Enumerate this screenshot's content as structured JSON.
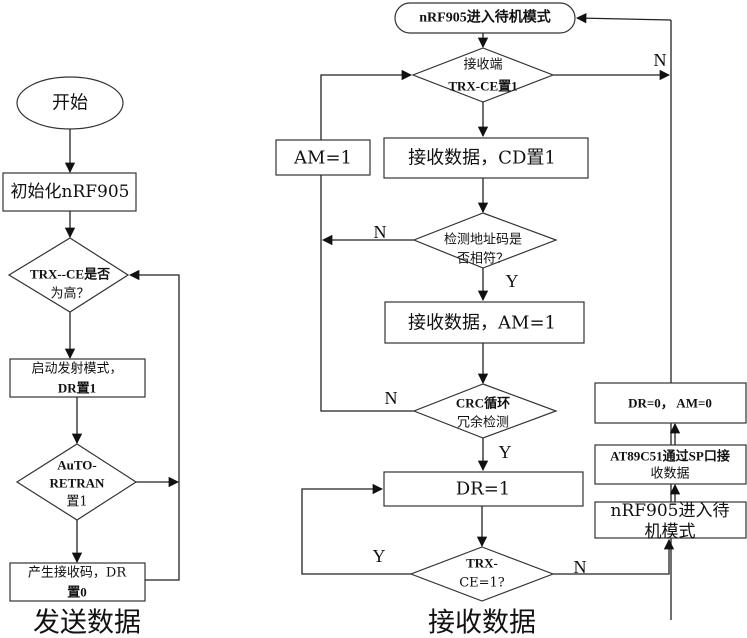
{
  "send": {
    "caption": "发送数据",
    "start": "开始",
    "init": "初始化nRF905",
    "check_trx_l1": "TRX--CE是否",
    "check_trx_l2": "为高？",
    "tx_mode_l1": "启动发射模式，",
    "tx_mode_l2": "DR置1",
    "autoretran_l1": "AuTO-",
    "autoretran_l2": "RETRAN",
    "autoretran_l3": "置1",
    "gen_code_l1": "产生接收码，DR",
    "gen_code_l2": "置0"
  },
  "receive": {
    "caption": "接收数据",
    "standby": "nRF905进入待机模式",
    "rx_trx_l1": "接收端",
    "rx_trx_l2": "TRX-CE置1",
    "am_box": "AM=1",
    "rx_cd": "接收数据，CD置1",
    "addr_l1": "检测地址码是",
    "addr_l2": "否相符？",
    "rx_am": "接收数据，AM=1",
    "crc_l1": "CRC循环",
    "crc_l2": "冗余检测",
    "dr_box": "DR=1",
    "trx_ce_l1": "TRX-",
    "trx_ce_l2": "CE=1?",
    "standby2_l1": "nRF905进入待",
    "standby2_l2": "机模式",
    "spi_l1": "AT89C51通过SP口接",
    "spi_l2": "收数据",
    "reset_box": "DR=0， AM=0"
  },
  "labels": {
    "n1": "N",
    "n2": "N",
    "y1": "Y",
    "n3": "N",
    "y2": "Y",
    "y3": "Y",
    "n4": "N"
  }
}
